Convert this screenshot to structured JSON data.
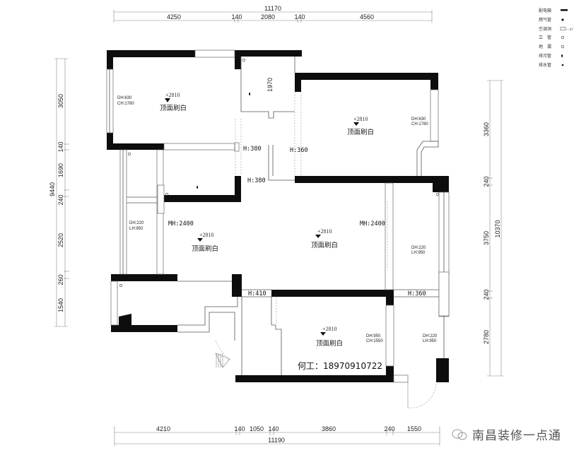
{
  "legend": {
    "items": [
      {
        "label": "配电箱",
        "symbol": "bar"
      },
      {
        "label": "燃气管",
        "symbol": "dot"
      },
      {
        "label": "空调洞",
        "symbol": "rect-outline"
      },
      {
        "label": "立　管",
        "symbol": "circle"
      },
      {
        "label": "地　漏",
        "symbol": "circle"
      },
      {
        "label": "排污管",
        "symbol": "half-circle"
      },
      {
        "label": "排水管",
        "symbol": "dot-small"
      }
    ]
  },
  "dimensions": {
    "top_total": "11170",
    "top": [
      "4250",
      "140",
      "2080",
      "140",
      "4560"
    ],
    "bottom_total": "11190",
    "bottom": [
      "4210",
      "140",
      "1050",
      "140",
      "3860",
      "240",
      "1550"
    ],
    "left_total": "9440",
    "left": [
      "3050",
      "140",
      "1690",
      "240",
      "2520",
      "260",
      "1540"
    ],
    "right_total": "10370",
    "right": [
      "3360",
      "240",
      "3750",
      "240",
      "2780"
    ]
  },
  "rooms": [
    {
      "id": "bedroom-nw",
      "elevation": "+2810",
      "ceiling": "顶面刷白",
      "window": [
        "DH:630",
        "CH:1780"
      ]
    },
    {
      "id": "bedroom-ne",
      "elevation": "+2810",
      "ceiling": "顶面刷白",
      "window": [
        "DH:630",
        "CH:1780"
      ]
    },
    {
      "id": "living-west",
      "elevation": "+2810",
      "ceiling": "顶面刷白",
      "window": [
        "DH:220",
        "LH:950"
      ]
    },
    {
      "id": "living-center",
      "elevation": "+2810",
      "ceiling": "顶面刷白"
    },
    {
      "id": "bedroom-south",
      "elevation": "+2810",
      "ceiling": "顶面刷白",
      "window": [
        "DH:950",
        "CH:1550"
      ]
    }
  ],
  "labels": {
    "bath_dim": "1970",
    "h380_a": "H:380",
    "h360_a": "H:360",
    "h380_b": "H:380",
    "mh_left": "MH:2400",
    "mh_right": "MH:2400",
    "east_window_1": [
      "DH:220",
      "LH:950"
    ],
    "east_window_2": [
      "DH:220",
      "LH:950"
    ],
    "h410": "H:410",
    "h360_b": "H:360"
  },
  "contact": "何工：18970910722",
  "watermark": "南昌装修一点通",
  "colors": {
    "wall": "#0d0d0d",
    "line": "#555555",
    "background": "#ffffff"
  }
}
